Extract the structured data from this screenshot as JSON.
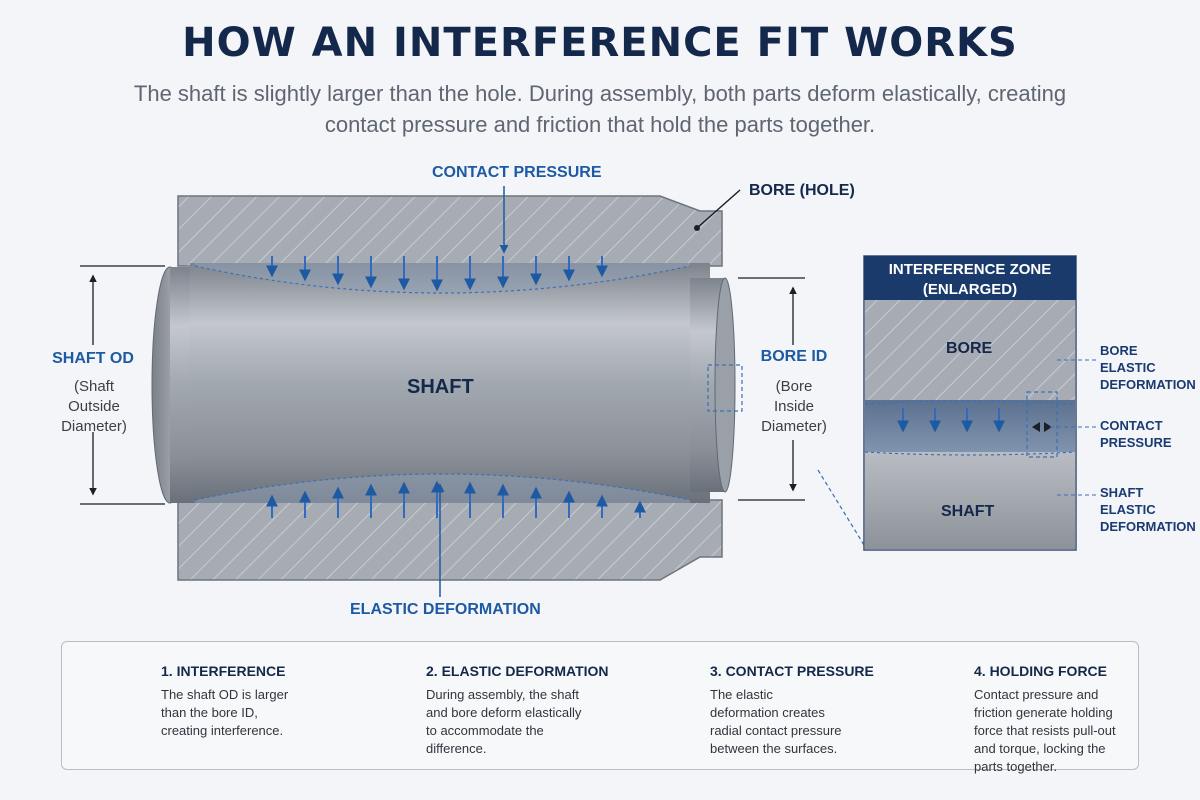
{
  "header": {
    "title": "HOW AN INTERFERENCE FIT WORKS",
    "subtitle": "The shaft is slightly larger than the hole. During assembly, both parts deform elastically, creating contact pressure and friction that hold the parts together."
  },
  "diagram": {
    "contact_pressure_label": "CONTACT PRESSURE",
    "bore_label": "BORE (HOLE)",
    "shaft_label": "SHAFT",
    "elastic_deformation_label": "ELASTIC DEFORMATION",
    "shaft_od_label": "SHAFT OD",
    "shaft_od_note": "(Shaft Outside Diameter)",
    "bore_id_label": "BORE ID",
    "bore_id_note": "(Bore Inside Diameter)"
  },
  "zone": {
    "title_line1": "INTERFERENCE ZONE",
    "title_line2": "(ENLARGED)",
    "bore_label": "BORE",
    "shaft_label": "SHAFT",
    "bore_elastic_label": "BORE ELASTIC DEFORMATION",
    "contact_pressure_label": "CONTACT PRESSURE",
    "shaft_elastic_label": "SHAFT ELASTIC DEFORMATION"
  },
  "steps": [
    {
      "title": "1. INTERFERENCE",
      "text": "The shaft OD is larger than the bore ID, creating interference.",
      "icon": "shaft-icon"
    },
    {
      "title": "2. ELASTIC DEFORMATION",
      "text": "During assembly, the shaft and bore deform elastically to accommodate the difference.",
      "icon": "compressed-shaft-icon"
    },
    {
      "title": "3. CONTACT PRESSURE",
      "text": "The elastic deformation creates radial contact pressure between the surfaces.",
      "icon": "pressure-shaft-icon"
    },
    {
      "title": "4. HOLDING FORCE",
      "text": "Contact pressure and friction generate holding force that resists pull-out and torque, locking the parts together.",
      "icon": "lock-icon"
    }
  ],
  "colors": {
    "accent": "#1d5aa3",
    "title": "#14284b",
    "steel": "#9ea4ad"
  }
}
